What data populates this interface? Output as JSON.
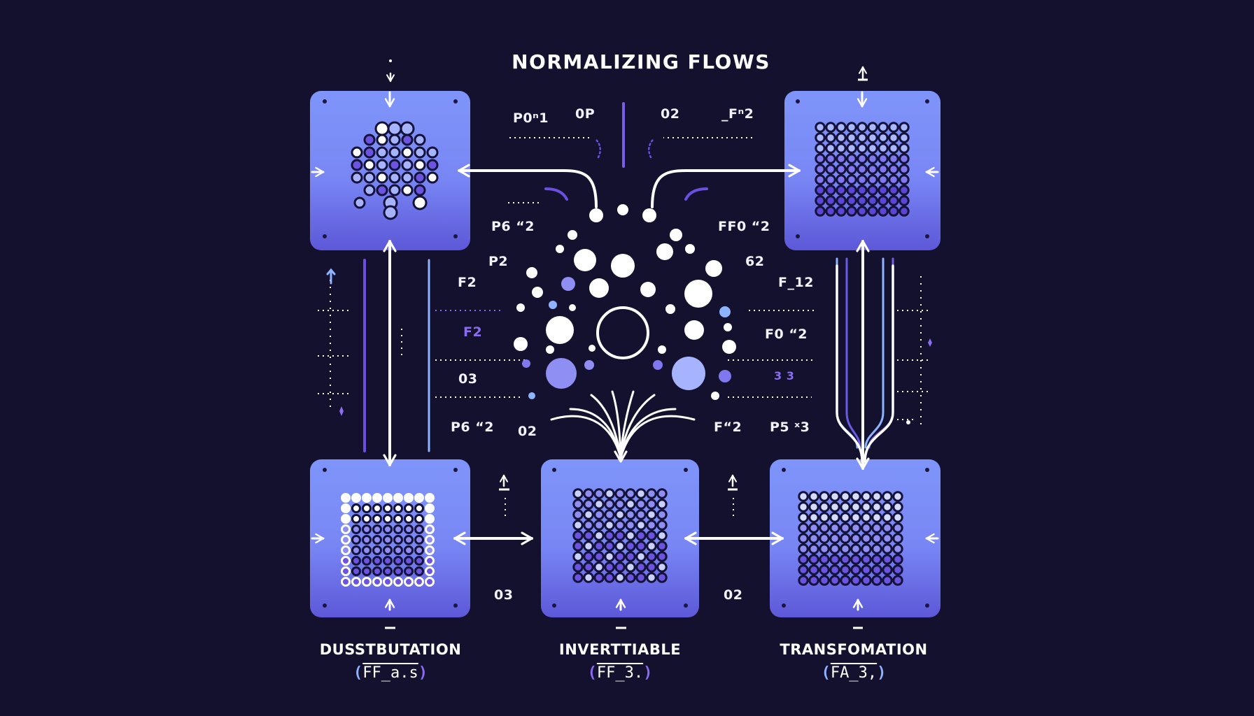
{
  "title": "NORMALIZING FLOWS",
  "labels": {
    "top_p0m1": "P0ⁿ1",
    "top_0p": "0P",
    "top_02": "02",
    "top_fn2": "_Fⁿ2",
    "p6_2_left": "P6 “2",
    "ff0_2": "FF0 “2",
    "p2": "P2",
    "n62": "62",
    "f2_left": "F2",
    "f_12": "F_12",
    "f2_purple": "F2",
    "f0_2": "F0 “2",
    "n03_mid": "03",
    "n3_3": "3 3",
    "p6_2_bottom": "P6 “2",
    "n02_mid": "02",
    "f_2": "F“2",
    "p5_3": "P5 ˣ3",
    "n03_low": "03",
    "n02_low": "02"
  },
  "captions": {
    "left": {
      "name": "DUSSTBUTATION",
      "code": "FF_a.s"
    },
    "center": {
      "name": "INVERTTIABLE",
      "code": "FF_3."
    },
    "right": {
      "name": "TRANSFOMATION",
      "code": "FA_3,"
    }
  },
  "colors": {
    "background": "#14112e",
    "panel_top": "#7d90f8",
    "panel_bottom": "#5f5bdb",
    "accent_purple": "#7b5ce8",
    "accent_blue": "#8fb4ff",
    "line": "#ffffff"
  },
  "icons": [
    "arrow-icon",
    "double-arrow-icon",
    "particle-cloud-icon",
    "dot-grid-icon"
  ]
}
